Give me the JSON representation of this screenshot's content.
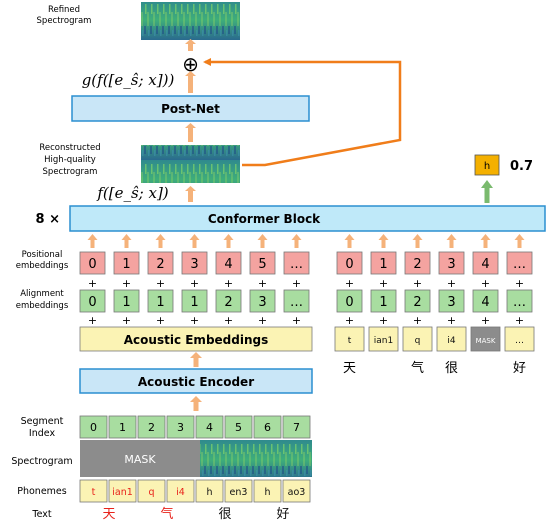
{
  "labels": {
    "refined": [
      "Refined",
      "Spectrogram"
    ],
    "reconstructed": [
      "Reconstructed",
      "High-quality",
      "Spectrogram"
    ],
    "g_formula": "g(f([e_ŝ; x]))",
    "f_formula": "f([e_ŝ; x])",
    "postnet": "Post-Net",
    "conformer": "Conformer Block",
    "repeat": "8 ×",
    "positional": [
      "Positional",
      "embeddings"
    ],
    "alignment": [
      "Alignment",
      "embeddings"
    ],
    "acoustic_embeddings": "Acoustic Embeddings",
    "acoustic_encoder": "Acoustic Encoder",
    "segment_index": [
      "Segment",
      "Index"
    ],
    "spectrogram": "Spectrogram",
    "phonemes": "Phonemes",
    "text": "Text",
    "mask": "MASK",
    "h_out": "h",
    "score": "0.7",
    "plus": "+",
    "oplus": "⊕"
  },
  "left": {
    "positional": [
      "0",
      "1",
      "2",
      "3",
      "4",
      "5",
      "…"
    ],
    "alignment": [
      "0",
      "1",
      "1",
      "1",
      "2",
      "3",
      "…"
    ]
  },
  "right": {
    "positional": [
      "0",
      "1",
      "2",
      "3",
      "4",
      "…"
    ],
    "alignment": [
      "0",
      "1",
      "2",
      "3",
      "4",
      "…"
    ],
    "phonemes": [
      "t",
      "ian1",
      "q",
      "i4",
      "MASK",
      "…"
    ],
    "text": [
      {
        "char": "天",
        "under": 0
      },
      {
        "char": "气",
        "under": 2
      },
      {
        "char": "很",
        "under": 3
      },
      {
        "char": "好",
        "under": 5
      }
    ]
  },
  "bottom": {
    "segment_index": [
      "0",
      "1",
      "2",
      "3",
      "4",
      "5",
      "6",
      "7"
    ],
    "phonemes": [
      {
        "text": "t",
        "red": true
      },
      {
        "text": "ian1",
        "red": true
      },
      {
        "text": "q",
        "red": true
      },
      {
        "text": "i4",
        "red": true
      },
      {
        "text": "h",
        "red": false
      },
      {
        "text": "en3",
        "red": false
      },
      {
        "text": "h",
        "red": false
      },
      {
        "text": "ao3",
        "red": false
      }
    ],
    "text": [
      {
        "char": "天",
        "red": true
      },
      {
        "char": "气",
        "red": true
      },
      {
        "char": "很",
        "red": false
      },
      {
        "char": "好",
        "red": false
      }
    ]
  },
  "colors": {
    "red_cell": "#f4a3a0",
    "green_cell": "#a8dda0",
    "yellow_cell": "#fbf3b4",
    "blue_bar": "#c9e6f7",
    "conformer": "#bfe9f9",
    "arrow": "#f5b27a",
    "orange_line": "#f07d1a",
    "mask_grey": "#8c8c8c",
    "gold": "#f4b000",
    "green_arrow": "#7aba6e",
    "red_text": "#e8231b"
  }
}
